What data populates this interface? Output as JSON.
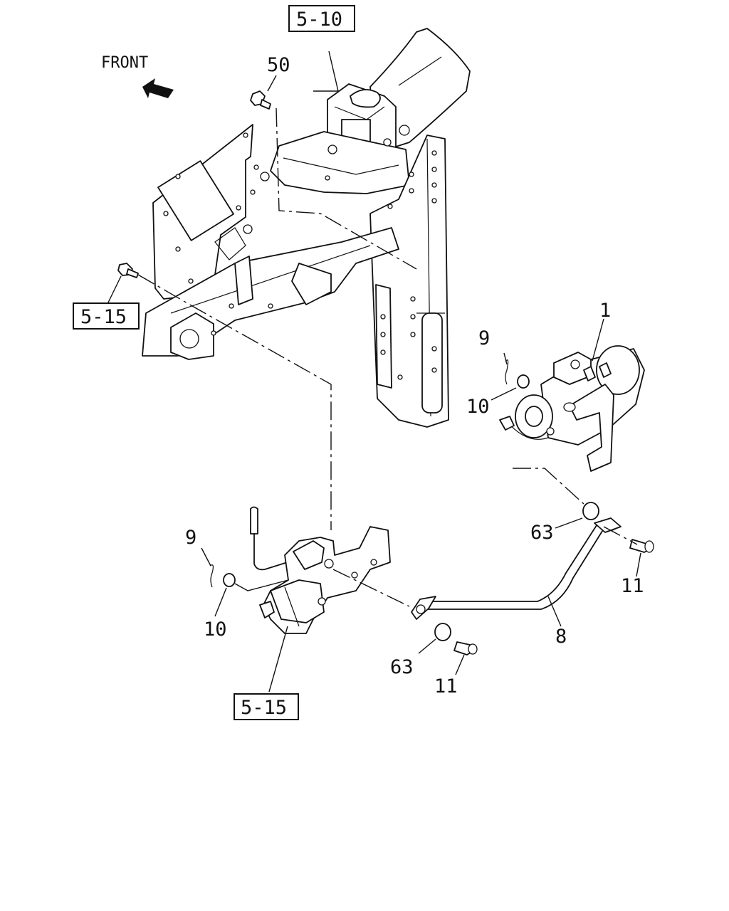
{
  "direction_label": "FRONT",
  "refs": {
    "ref_5_10_top": "5-10",
    "ref_5_15_left": "5-15",
    "ref_5_15_bottom": "5-15"
  },
  "parts": {
    "p50": "50",
    "p1": "1",
    "p9_upper": "9",
    "p10_upper": "10",
    "p9_lower": "9",
    "p10_lower": "10",
    "p63_upper": "63",
    "p11_right": "11",
    "p8": "8",
    "p63_lower": "63",
    "p11_lower": "11"
  },
  "icons": [
    "front-arrow-icon"
  ]
}
